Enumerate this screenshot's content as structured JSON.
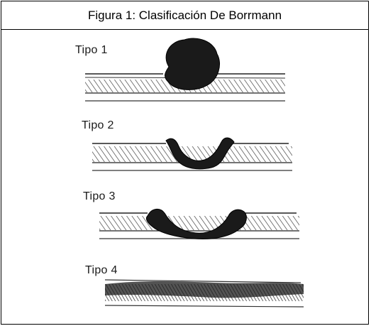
{
  "caption": "Figura 1: Clasificación De Borrmann",
  "types": [
    {
      "label": "Tipo 1"
    },
    {
      "label": "Tipo 2"
    },
    {
      "label": "Tipo 3"
    },
    {
      "label": "Tipo 4"
    }
  ],
  "colors": {
    "ink": "#1a1a1a",
    "border": "#000000",
    "background": "#ffffff"
  }
}
